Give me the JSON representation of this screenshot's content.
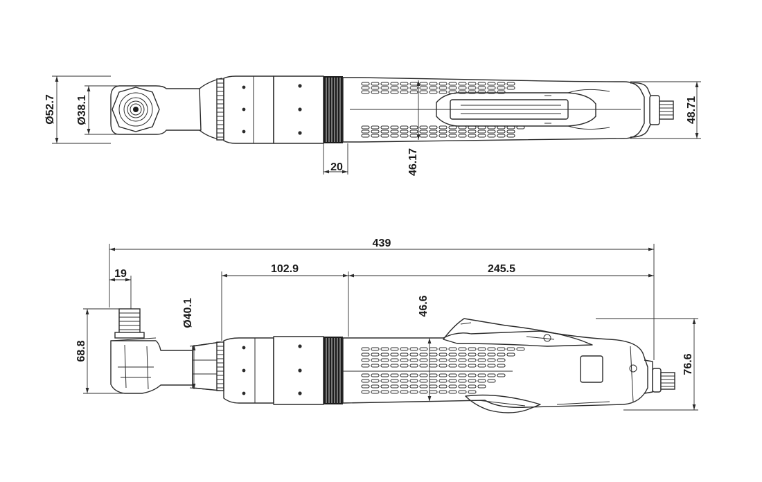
{
  "top_view": {
    "dims": {
      "head_outer_diameter": "Ø52.7",
      "head_inner_diameter": "Ø38.1",
      "ring_width": "20",
      "grip_height": "46.17",
      "tail_height": "48.71"
    }
  },
  "side_view": {
    "dims": {
      "overall_length": "439",
      "output_offset": "19",
      "front_length": "102.9",
      "body_length": "245.5",
      "nose_diameter": "Ø40.1",
      "head_height": "68.8",
      "grip_height": "46.6",
      "body_height": "76.6"
    }
  }
}
